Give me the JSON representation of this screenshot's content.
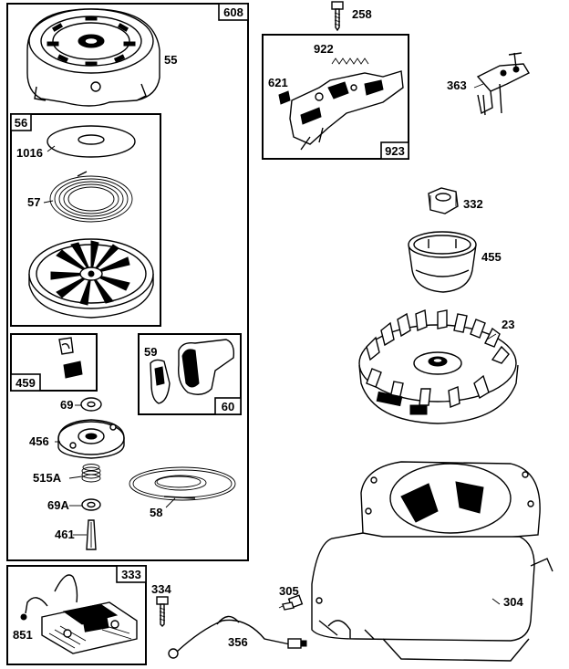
{
  "boxes": {
    "b608": "608",
    "b56": "56",
    "b459": "459",
    "b60": "60",
    "b923": "923",
    "b333": "333"
  },
  "parts": {
    "p55": "55",
    "p1016": "1016",
    "p57": "57",
    "p59": "59",
    "p69": "69",
    "p456": "456",
    "p515A": "515A",
    "p69A": "69A",
    "p461": "461",
    "p58": "58",
    "p258": "258",
    "p922": "922",
    "p621": "621",
    "p363": "363",
    "p332": "332",
    "p455": "455",
    "p23": "23",
    "p334": "334",
    "p305": "305",
    "p851": "851",
    "p356": "356",
    "p304": "304"
  }
}
